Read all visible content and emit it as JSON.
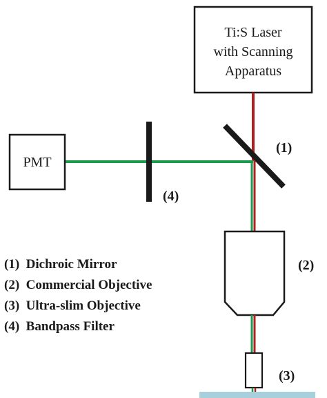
{
  "colors": {
    "excitation_beam": "#b02020",
    "emission_beam": "#1a9a4a",
    "outline": "#1a1a1a",
    "sample_surface": "#a8d0dc"
  },
  "components": {
    "laser": {
      "label_lines": [
        "Ti:S Laser",
        "with Scanning",
        "Apparatus"
      ]
    },
    "pmt": {
      "label": "PMT"
    },
    "dichroic_marker": "(1)",
    "commercial_objective_marker": "(2)",
    "ultra_slim_objective_marker": "(3)",
    "bandpass_marker": "(4)"
  },
  "legend": {
    "items": [
      "(1)  Dichroic Mirror",
      "(2)  Commercial Objective",
      "(3)  Ultra-slim Objective",
      "(4)  Bandpass Filter"
    ]
  }
}
